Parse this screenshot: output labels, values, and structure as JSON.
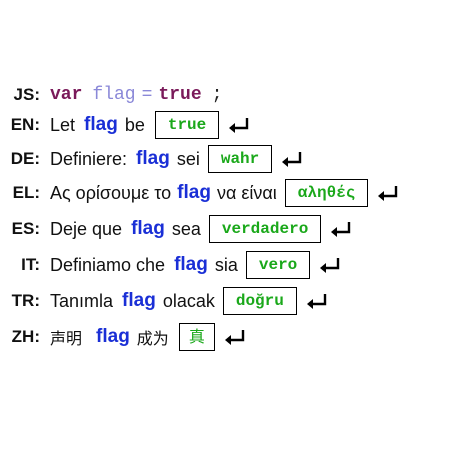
{
  "rows": [
    {
      "lang": "JS:",
      "var": "var",
      "ident": "flag",
      "eq": "=",
      "lit": "true",
      "semi": ";"
    },
    {
      "lang": "EN:",
      "pre": "Let",
      "flag": "flag",
      "mid": "be",
      "value": "true"
    },
    {
      "lang": "DE:",
      "pre": "Definiere:",
      "flag": "flag",
      "mid": "sei",
      "value": "wahr"
    },
    {
      "lang": "EL:",
      "pre": "Ας ορίσουμε το",
      "flag": "flag",
      "mid": "να είναι",
      "value": "αληθές"
    },
    {
      "lang": "ES:",
      "pre": "Deje que",
      "flag": "flag",
      "mid": "sea",
      "value": "verdadero"
    },
    {
      "lang": "IT:",
      "pre": "Definiamo che",
      "flag": "flag",
      "mid": "sia",
      "value": "vero"
    },
    {
      "lang": "TR:",
      "pre": "Tanımla",
      "flag": "flag",
      "mid": "olacak",
      "value": "doğru"
    },
    {
      "lang": "ZH:",
      "pre": "声明",
      "flag": "flag",
      "mid": "成为",
      "value": "真"
    }
  ],
  "icons": {
    "return": "return-arrow-icon"
  },
  "colors": {
    "keyword": "#1a2fd6",
    "value": "#1aa81a",
    "js_keyword": "#7a1a5a",
    "js_identifier": "#8a88d8"
  }
}
